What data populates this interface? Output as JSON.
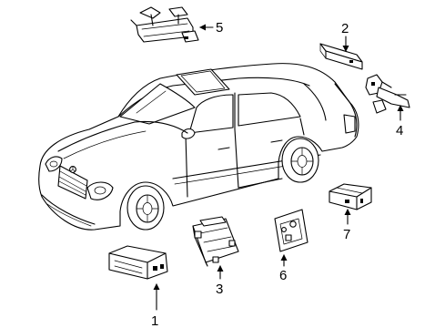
{
  "callouts": [
    {
      "id": "1",
      "label": "1"
    },
    {
      "id": "2",
      "label": "2"
    },
    {
      "id": "3",
      "label": "3"
    },
    {
      "id": "4",
      "label": "4"
    },
    {
      "id": "5",
      "label": "5"
    },
    {
      "id": "6",
      "label": "6"
    },
    {
      "id": "7",
      "label": "7"
    }
  ],
  "vehicle": {
    "emblem_icon": "three-pointed-star-icon"
  }
}
